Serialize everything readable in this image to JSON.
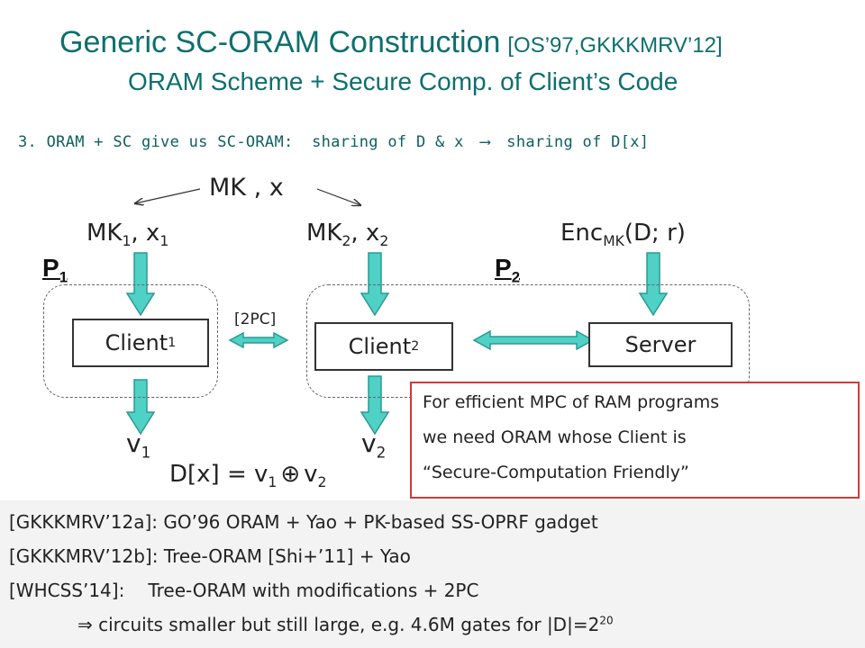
{
  "title": {
    "main": "Generic SC-ORAM  Construction",
    "cite": "[OS’97,GKKKMRV’12]",
    "subtitle": "ORAM Scheme + Secure Comp. of Client’s Code"
  },
  "step": {
    "number": "3.",
    "text": "ORAM + SC give us SC-ORAM:",
    "left": "sharing of D & x",
    "arrow": "⟶",
    "right": "sharing of D[x]"
  },
  "diagram": {
    "mk_x": "MK , x",
    "mk1": "MK",
    "mk1_sub": "1",
    "x1": ", x",
    "x1_sub": "1",
    "mk2": "MK",
    "mk2_sub": "2",
    "x2": ", x",
    "x2_sub": "2",
    "enc": "Enc",
    "enc_sub": "MK",
    "enc_rest": "(D; r)",
    "p1": "P",
    "p1_sub": "1",
    "p2": "P",
    "p2_sub": "2",
    "twopc": "[2PC]",
    "client1": "Client",
    "client1_sub": "1",
    "client2": "Client",
    "client2_sub": "2",
    "server": "Server",
    "v1": "v",
    "v1_sub": "1",
    "v2": "v",
    "v2_sub": "2",
    "eq": "D[x] = v",
    "eq_sub1": "1",
    "eq_op": "⊕",
    "eq_v": "v",
    "eq_sub2": "2"
  },
  "note": {
    "line1": "For efficient MPC of RAM programs",
    "line2": "we need ORAM whose Client is",
    "line3": "“Secure-Computation Friendly”"
  },
  "refs": [
    {
      "cite": "[GKKKMRV’12a]:",
      "text": "GO’96 ORAM + Yao + PK-based SS-OPRF gadget"
    },
    {
      "cite": "[GKKKMRV’12b]:",
      "text": "Tree-ORAM [Shi+’11] + Yao"
    },
    {
      "cite": "[WHCSS’14]:",
      "text": "Tree-ORAM with modifications + 2PC"
    }
  ],
  "conclusion": {
    "arrow": "⇒",
    "text": "circuits smaller but still large, e.g. 4.6M gates for |D|=2",
    "exp": "20"
  },
  "colors": {
    "title": "#0e6f6f",
    "arrow_fill": "#4fd1c5",
    "arrow_stroke": "#2a9a93",
    "note_border": "#d0393a"
  }
}
